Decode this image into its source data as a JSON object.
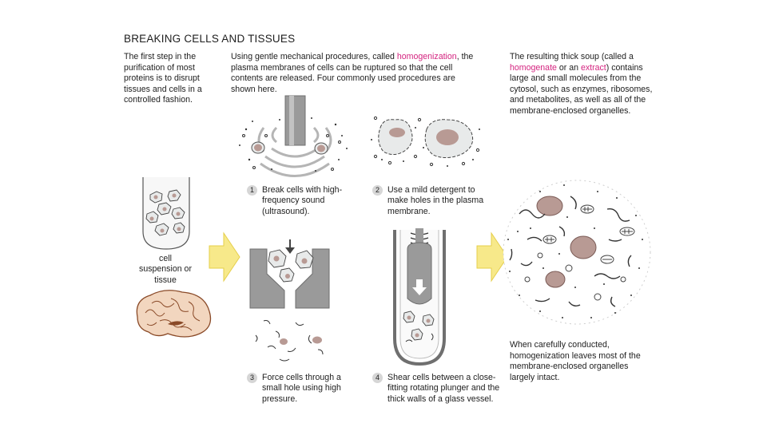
{
  "title": "BREAKING CELLS AND TISSUES",
  "intro": "The first step in the purification of most proteins is to disrupt tissues and cells in a controlled fashion.",
  "middle": {
    "before": "Using gentle mechanical procedures, called ",
    "term": "homogenization",
    "after": ", the plasma membranes of cells can be ruptured so that the cell contents are released. Four commonly used procedures are shown here."
  },
  "right": {
    "before": "The resulting thick soup (called a ",
    "term1": "homogenate",
    "middle": " or an ",
    "term2": "extract",
    "after": ") contains large and small molecules from the cytosol, such as enzymes, ribosomes, and metabolites, as well as all of the membrane-enclosed organelles."
  },
  "bottom_note": "When carefully conducted, homogenization leaves most of the membrane-enclosed organelles largely intact.",
  "cell_label": "cell suspension or tissue",
  "steps": [
    {
      "number": "1",
      "text": "Break cells with high-frequency sound (ultrasound)."
    },
    {
      "number": "2",
      "text": "Use a mild detergent to make holes in the plasma membrane."
    },
    {
      "number": "3",
      "text": "Force cells through a small hole using high pressure."
    },
    {
      "number": "4",
      "text": "Shear cells between a close-fitting rotating plunger and the thick walls of a glass vessel."
    }
  ],
  "colors": {
    "highlight": "#d4237f",
    "arrow_fill": "#f7e98a",
    "arrow_stroke": "#e6cf4a",
    "cell_fill": "#e8eaea",
    "nucleus": "#b89a94",
    "metal": "#9a9a9a",
    "brain_fill": "#f2d6bf",
    "brain_line": "#8a4a28"
  }
}
